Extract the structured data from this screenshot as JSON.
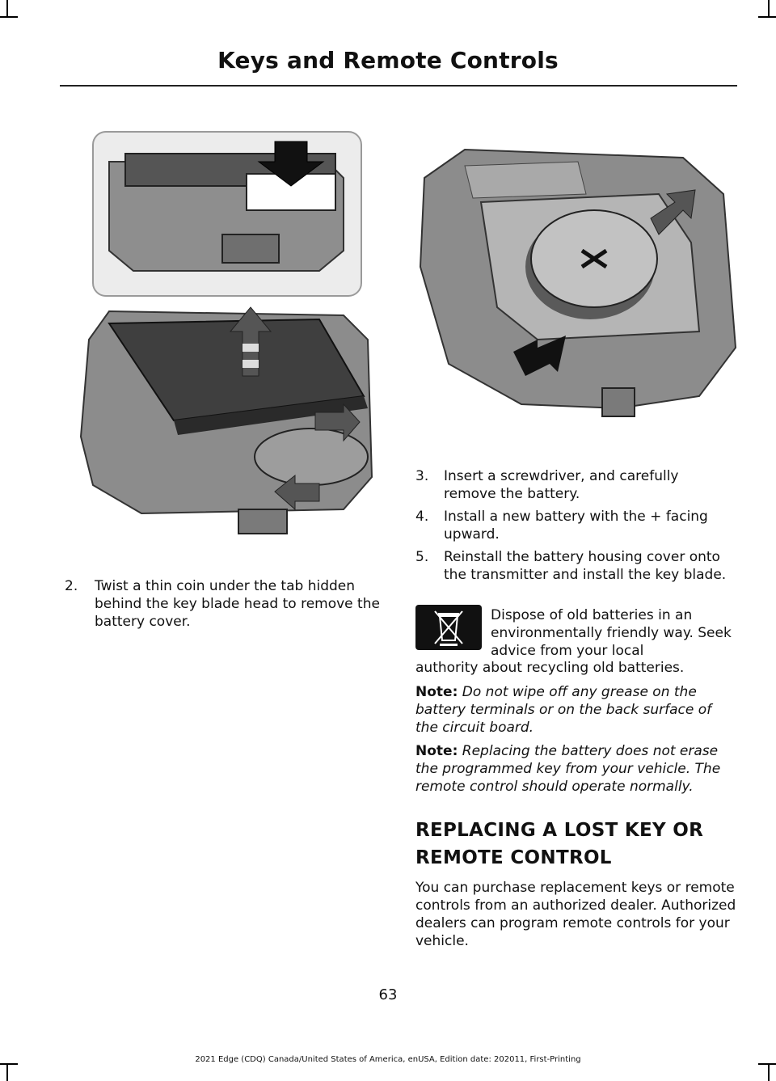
{
  "header": {
    "title": "Keys and Remote Controls"
  },
  "steps": [
    {
      "num": "2.",
      "text": "Twist a thin coin under the tab hidden behind the key blade head to remove the battery cover."
    },
    {
      "num": "3.",
      "text": "Insert a screwdriver, and carefully remove the battery."
    },
    {
      "num": "4.",
      "text": "Install a new battery with the + facing upward."
    },
    {
      "num": "5.",
      "text": "Reinstall the battery housing cover onto the transmitter and install the key blade."
    }
  ],
  "dispose": {
    "text_block": "Dispose of old batteries in an environmentally friendly way. Seek advice from your local",
    "text_tail": "authority about recycling old batteries."
  },
  "notes": [
    {
      "label": "Note:",
      "text": "Do not wipe off any grease on the battery terminals or on the back surface of the circuit board."
    },
    {
      "label": "Note:",
      "text": "Replacing the battery does not erase the programmed key from your vehicle.  The remote control should operate normally."
    }
  ],
  "section": {
    "heading_line1": "REPLACING A LOST KEY OR",
    "heading_line2": "REMOTE CONTROL",
    "body": "You can purchase replacement keys or remote controls from an authorized dealer. Authorized dealers can program remote controls for your vehicle."
  },
  "page_number": "63",
  "footer": "2021 Edge (CDQ) Canada/United States of America, enUSA, Edition date: 202011, First-Printing"
}
